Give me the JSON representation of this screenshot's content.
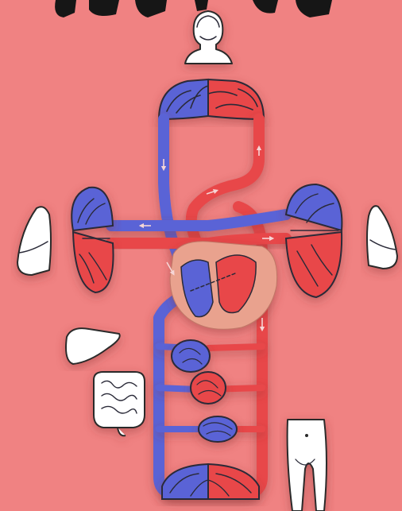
{
  "colors": {
    "background": "#f08282",
    "deoxygenated": "#5a63d6",
    "oxygenated": "#e8474a",
    "heart": "#e9a28e",
    "outline": "#2a2a38",
    "organ_fill": "#ffffff"
  },
  "organs": [
    "head-icon",
    "left-lung-icon",
    "right-lung-icon",
    "liver-icon",
    "intestine-icon",
    "lower-body-icon"
  ],
  "circuits": [
    "upper-body",
    "pulmonary",
    "liver",
    "digestive",
    "kidney",
    "lower-body"
  ]
}
